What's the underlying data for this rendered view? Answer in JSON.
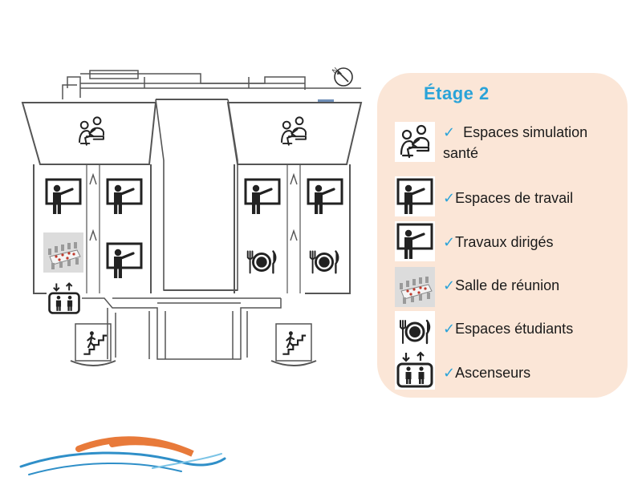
{
  "colors": {
    "panel_background": "#fbe6d7",
    "accent": "#2aa3d8",
    "wave_orange": "#e87a3a",
    "wave_blue": "#2f8fc8",
    "plate": "#1a1a1a"
  },
  "legend": {
    "title": "Étage 2",
    "check_mark": "✓",
    "items": [
      {
        "icon": "simulation-icon",
        "label": "Espaces simulation santé"
      },
      {
        "icon": "presenter-board-icon",
        "label": "Espaces de travail"
      },
      {
        "icon": "presenter-board-icon",
        "label": "Travaux dirigés"
      },
      {
        "icon": "meeting-table-icon",
        "label": "Salle de réunion"
      },
      {
        "icon": "plate-cutlery-icon",
        "label": "Espaces étudiants"
      },
      {
        "icon": "elevator-icon",
        "label": "Ascenseurs"
      }
    ]
  },
  "floor_plan": {
    "compass": {
      "icon": "compass-icon",
      "label": "N"
    },
    "rooms": [
      {
        "icon": "simulation-icon",
        "wing": "left"
      },
      {
        "icon": "simulation-icon",
        "wing": "right"
      },
      {
        "icon": "presenter-board-icon",
        "wing": "left"
      },
      {
        "icon": "presenter-board-icon",
        "wing": "left"
      },
      {
        "icon": "meeting-table-icon",
        "wing": "left"
      },
      {
        "icon": "presenter-board-icon",
        "wing": "left"
      },
      {
        "icon": "presenter-board-icon",
        "wing": "right"
      },
      {
        "icon": "presenter-board-icon",
        "wing": "right"
      },
      {
        "icon": "plate-cutlery-icon",
        "wing": "right"
      },
      {
        "icon": "plate-cutlery-icon",
        "wing": "right"
      },
      {
        "icon": "elevator-icon",
        "wing": "left"
      },
      {
        "icon": "stairs-icon",
        "wing": "left"
      },
      {
        "icon": "stairs-icon",
        "wing": "right"
      }
    ]
  },
  "logo": {
    "icon": "waves-logo-icon"
  }
}
